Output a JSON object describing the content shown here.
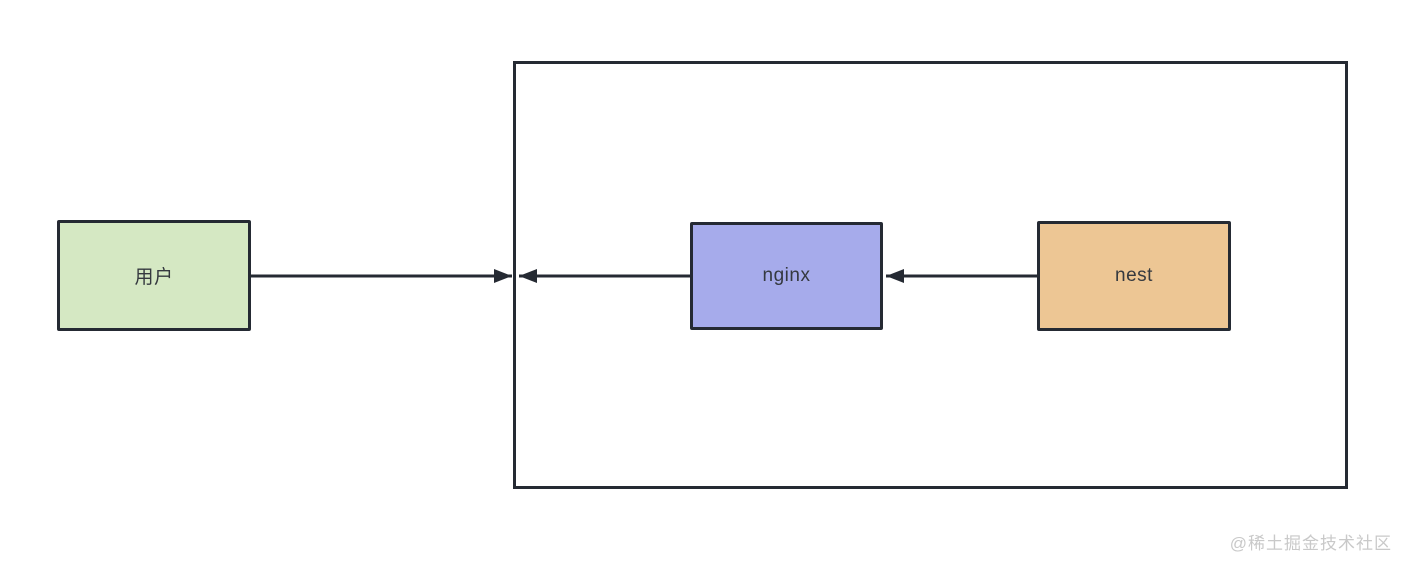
{
  "diagram": {
    "type": "architecture-flow",
    "stroke_color": "#252a33",
    "background_color": "#ffffff",
    "nodes": {
      "user": {
        "label": "用户",
        "fill": "#d5e8c3"
      },
      "nginx": {
        "label": "nginx",
        "fill": "#a6abeb"
      },
      "nest": {
        "label": "nest",
        "fill": "#edc694"
      }
    },
    "boundary": {
      "description": "server-boundary-rectangle",
      "contains": [
        "nginx",
        "nest"
      ]
    },
    "edges": [
      {
        "name": "user-to-boundary",
        "from": "user",
        "to": "boundary-left-edge",
        "arrow_direction": "right"
      },
      {
        "name": "nginx-to-boundary",
        "from": "nginx",
        "to": "boundary-left-edge",
        "arrow_direction": "left"
      },
      {
        "name": "nest-to-nginx",
        "from": "nest",
        "to": "nginx",
        "arrow_direction": "left"
      }
    ],
    "watermark": {
      "text": "@稀土掘金技术社区",
      "color": "#c9c9c9"
    }
  }
}
